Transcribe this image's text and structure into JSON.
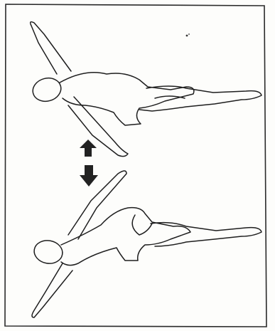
{
  "illustration": {
    "subject": "exercise-diagram",
    "figures": [
      "upper-figure",
      "lower-figure"
    ],
    "icons": [
      "arrow-up-icon",
      "arrow-down-icon"
    ],
    "colors": {
      "ink": "#1e1e1e",
      "frame": "#2a2a2a",
      "arrow_fill": "#222222",
      "paper": "#fdfdfb"
    }
  }
}
